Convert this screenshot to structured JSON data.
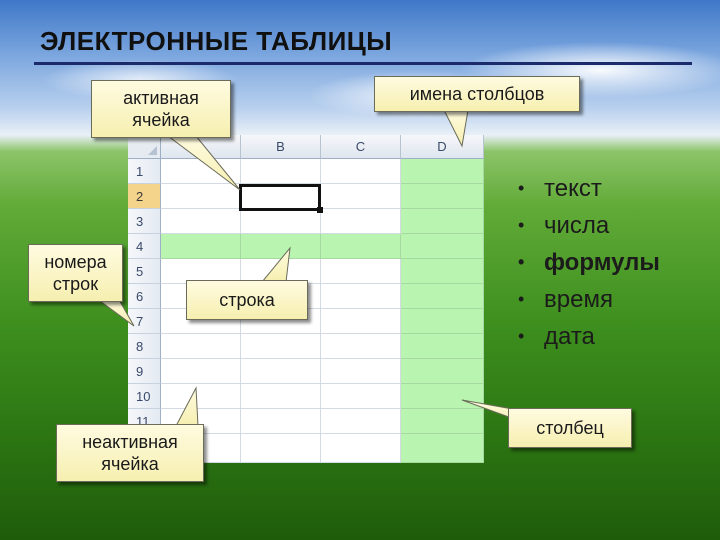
{
  "title": "ЭЛЕКТРОННЫЕ ТАБЛИЦЫ",
  "sheet": {
    "columns": [
      "B",
      "C",
      "D"
    ],
    "rows": [
      "1",
      "2",
      "3",
      "4",
      "5",
      "6",
      "7",
      "8",
      "9",
      "10",
      "11"
    ]
  },
  "callouts": {
    "active_cell": "активная ячейка",
    "column_names": "имена столбцов",
    "row_numbers": "номера строк",
    "row": "строка",
    "inactive_cell": "неактивная ячейка",
    "column": "столбец"
  },
  "bullets": [
    "текст",
    "числа",
    "формулы",
    "время",
    "дата"
  ],
  "bullet_glyph": "•",
  "colors": {
    "highlight_cell": "#b9f5b0",
    "highlight_row_header": "#f4d48a",
    "title_line": "#1a2a6a",
    "callout_fill": "#fffbe0"
  }
}
